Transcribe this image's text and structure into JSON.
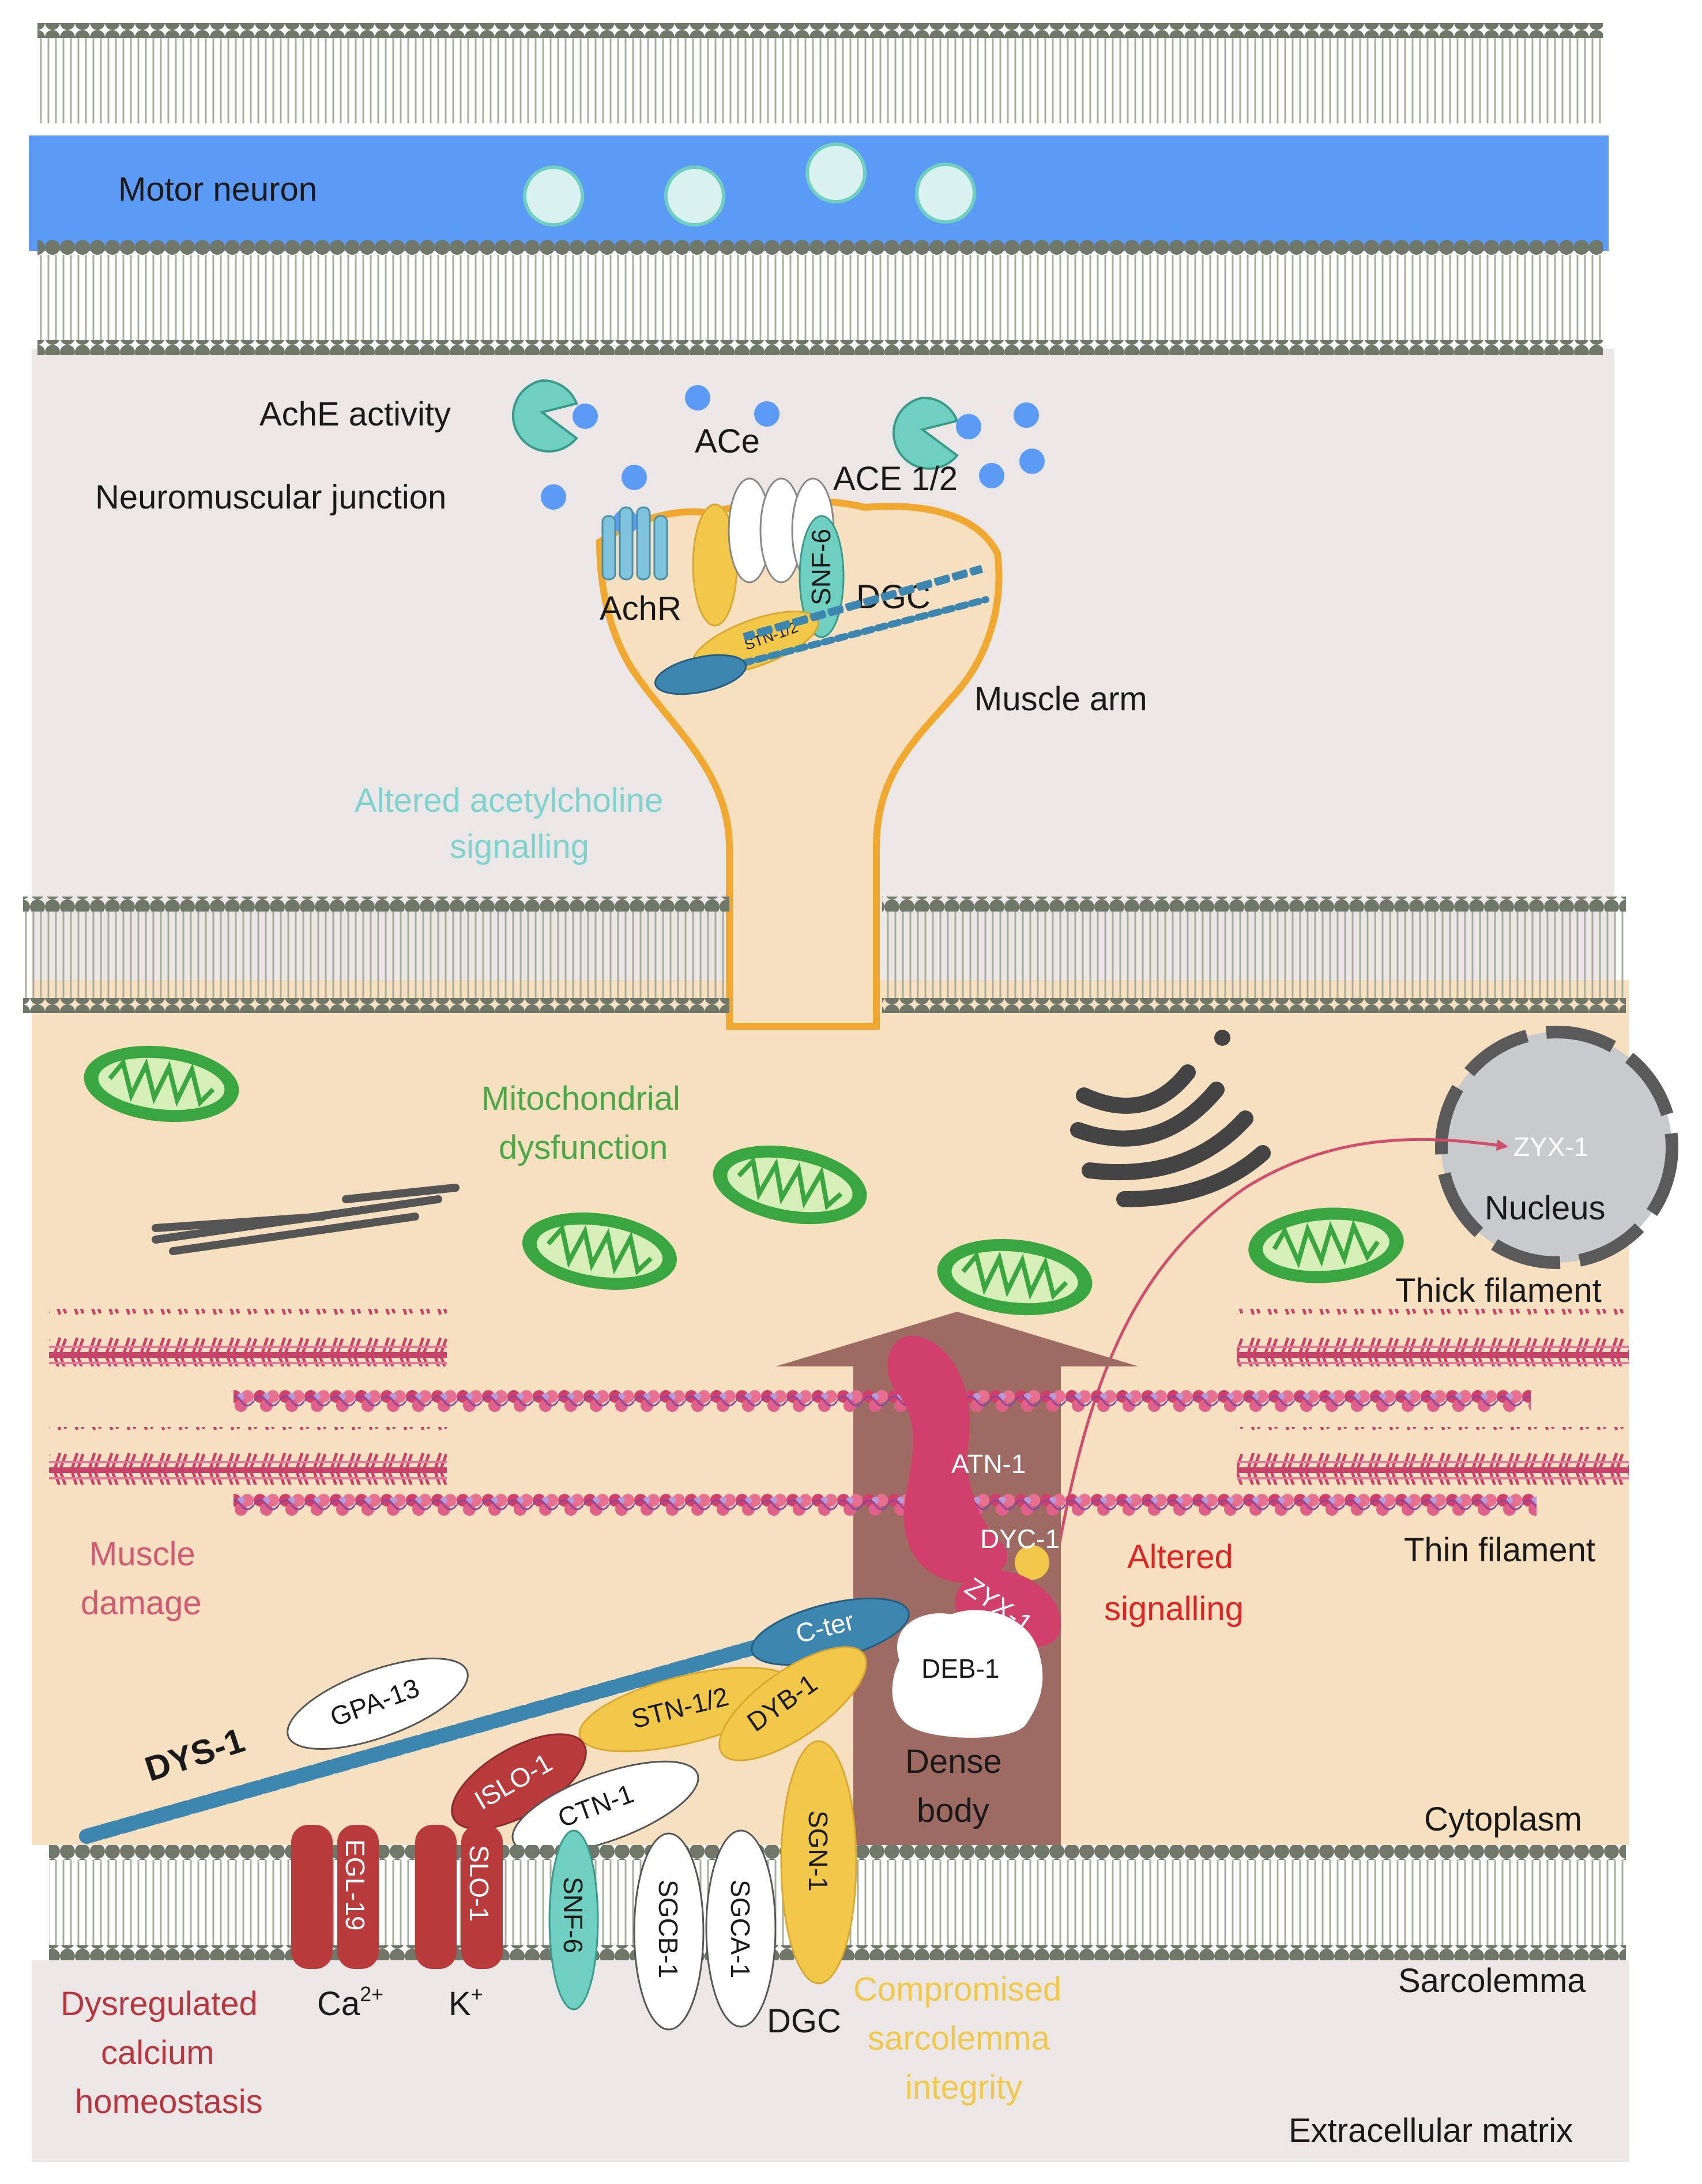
{
  "labels": {
    "motor_neuron": "Motor neuron",
    "ache_activity": "AchE activity",
    "ace": "ACe",
    "ace12": "ACE 1/2",
    "nmj": "Neuromuscular junction",
    "achr": "AchR",
    "snf6_top": "SNF-6",
    "dgc_top": "DGC",
    "stn_top": "STN-1/2",
    "muscle_arm": "Muscle arm",
    "altered_ach_1": "Altered acetylcholine",
    "altered_ach_2": "signalling",
    "mito_1": "Mitochondrial",
    "mito_2": "dysfunction",
    "zyx_nuc": "ZYX-1",
    "nucleus": "Nucleus",
    "thick": "Thick filament",
    "thin": "Thin filament",
    "muscle_damage_1": "Muscle",
    "muscle_damage_2": "damage",
    "atn1": "ATN-1",
    "dyc1": "DYC-1",
    "zyx1": "ZYX-1",
    "altered_sig_1": "Altered",
    "altered_sig_2": "signalling",
    "cter": "C-ter",
    "deb1": "DEB-1",
    "gpa13": "GPA-13",
    "dys1": "DYS-1",
    "stn12": "STN-1/2",
    "dyb1": "DYB-1",
    "islo1": "ISLO-1",
    "ctn1": "CTN-1",
    "sgn1": "SGN-1",
    "dense_1": "Dense",
    "dense_2": "body",
    "cytoplasm": "Cytoplasm",
    "egl19": "EGL-19",
    "slo1": "SLO-1",
    "snf6": "SNF-6",
    "sgcb1": "SGCB-1",
    "sgca1": "SGCA-1",
    "sarcolemma": "Sarcolemma",
    "dys_ca_1": "Dysregulated",
    "dys_ca_2": "calcium",
    "dys_ca_3": "homeostasis",
    "ca": "Ca",
    "ca_sup": "2+",
    "k": "K",
    "k_sup": "+",
    "dgc_bottom": "DGC",
    "comp_1": "Compromised",
    "comp_2": "sarcolemma",
    "comp_3": "integrity",
    "ecm": "Extracellular matrix"
  },
  "colors": {
    "neuron": "#5b9bf5",
    "cleft": "#ebe7e6",
    "cytoplasm": "#f7e0c0",
    "membrane_head": "#6f7868",
    "membrane_tail": "#a7ad9c",
    "arm_outline": "#f0a830",
    "mito": "#3aa640",
    "ach": "#5b9bf5",
    "ache": "#6fcfc0",
    "teal_text": "#7fd3cf",
    "green_text": "#4aa848",
    "pink_text": "#d05a74",
    "red_text": "#e02424",
    "dark_red_text": "#b8373f",
    "yellow_text": "#f2c84b",
    "dense_body": "#9e6b63",
    "dys1": "#3c86b0",
    "channel": "#b93b3b",
    "atn": "#d0406a",
    "stn": "#f2c84b"
  },
  "icons": [
    "synaptic-vesicle-icon",
    "ache-enzyme-icon",
    "acetylcholine-molecule-icon",
    "mitochondrion-icon",
    "golgi-icon",
    "endoplasmic-reticulum-icon",
    "nucleus-icon",
    "thick-filament-icon",
    "thin-filament-icon",
    "ion-channel-icon"
  ]
}
